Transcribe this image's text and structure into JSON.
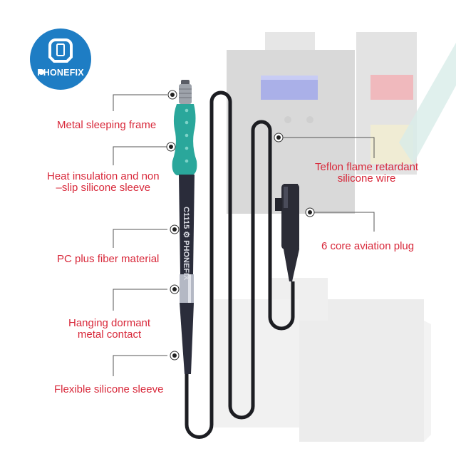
{
  "brand": {
    "name": "PHONEFIX",
    "logo_color": "#1e7dc4"
  },
  "handle": {
    "model_print": "C1115 ⚙ PHONEFIX",
    "grip_color": "#2aa79b",
    "body_color": "#2a2c3a"
  },
  "callouts": [
    {
      "id": "metal-sleeping-frame",
      "lines": [
        "Metal sleeping frame"
      ]
    },
    {
      "id": "heat-insulation-sleeve",
      "lines": [
        "Heat insulation and non",
        "–slip silicone sleeve"
      ]
    },
    {
      "id": "pc-fiber-material",
      "lines": [
        "PC plus fiber material"
      ]
    },
    {
      "id": "hanging-dormant-contact",
      "lines": [
        "Hanging dormant",
        "metal contact"
      ]
    },
    {
      "id": "flexible-silicone-sleeve",
      "lines": [
        "Flexible silicone sleeve"
      ]
    },
    {
      "id": "teflon-wire",
      "lines": [
        "Teflon flame retardant",
        "silicone wire"
      ]
    },
    {
      "id": "aviation-plug",
      "lines": [
        "6 core aviation plug"
      ]
    }
  ],
  "colors": {
    "label_text": "#d8283a",
    "leader_line": "#555555",
    "background": "#ffffff"
  }
}
